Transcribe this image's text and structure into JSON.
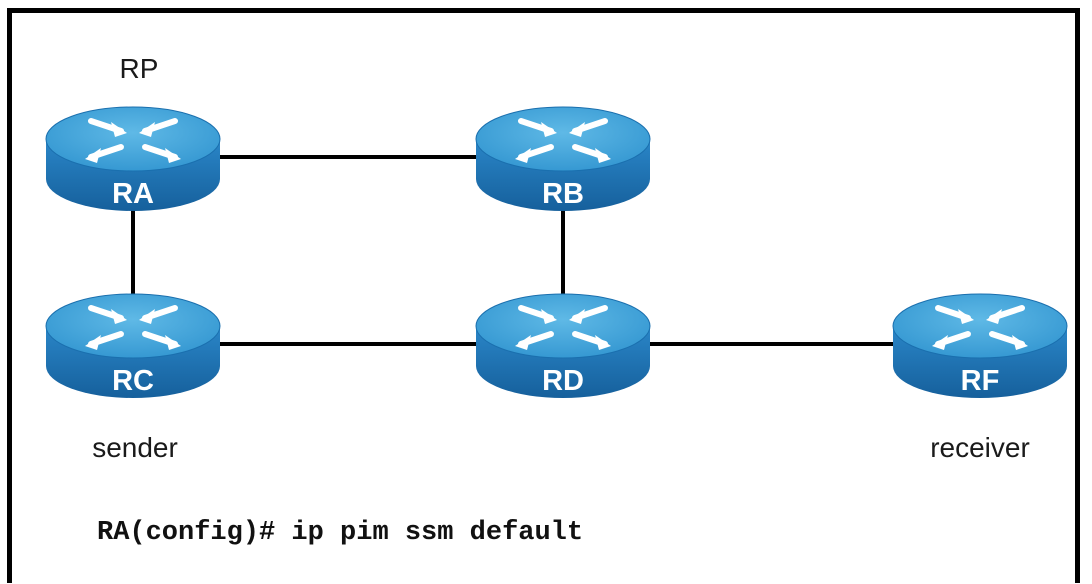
{
  "diagram": {
    "routers": [
      {
        "id": "RA",
        "label": "RA"
      },
      {
        "id": "RB",
        "label": "RB"
      },
      {
        "id": "RC",
        "label": "RC"
      },
      {
        "id": "RD",
        "label": "RD"
      },
      {
        "id": "RF",
        "label": "RF"
      }
    ],
    "links": [
      [
        "RA",
        "RB"
      ],
      [
        "RA",
        "RC"
      ],
      [
        "RB",
        "RD"
      ],
      [
        "RC",
        "RD"
      ],
      [
        "RD",
        "RF"
      ]
    ],
    "annotations": {
      "rp": "RP",
      "sender": "sender",
      "receiver": "receiver"
    },
    "command": "RA(config)# ip pim ssm default",
    "colors": {
      "router_top": "#3a9fd6",
      "router_side": "#1f74b3",
      "link": "#000000",
      "frame": "#000000"
    }
  }
}
